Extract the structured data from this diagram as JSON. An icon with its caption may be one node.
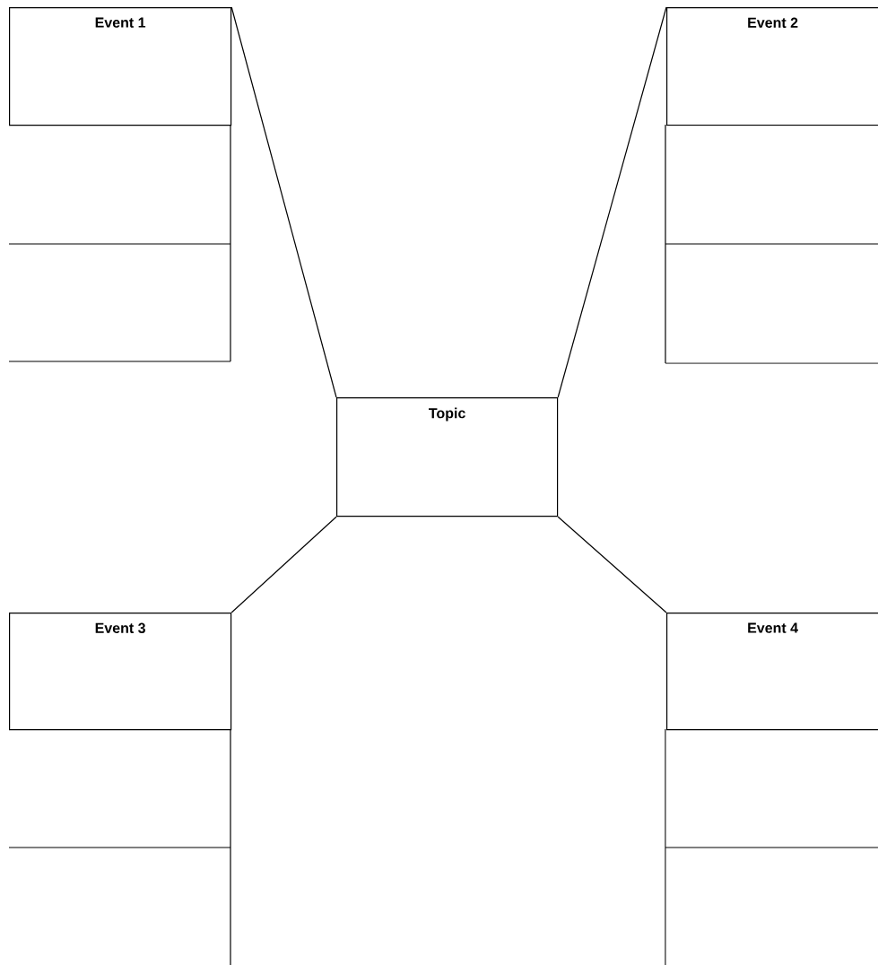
{
  "diagram": {
    "nodes": [
      {
        "text": [
          "Topic"
        ]
      },
      {
        "text": [
          "Event 1"
        ]
      },
      {
        "text": [
          "Event 2"
        ]
      },
      {
        "text": [
          "Event 3"
        ]
      },
      {
        "text": [
          "Event 4"
        ]
      }
    ],
    "edges": [
      {
        "from": 0,
        "to": 1,
        "arrow": "none"
      },
      {
        "from": 0,
        "to": 2,
        "arrow": "none"
      },
      {
        "from": 0,
        "to": 3,
        "arrow": "none"
      },
      {
        "from": 0,
        "to": 4,
        "arrow": "none"
      }
    ]
  }
}
